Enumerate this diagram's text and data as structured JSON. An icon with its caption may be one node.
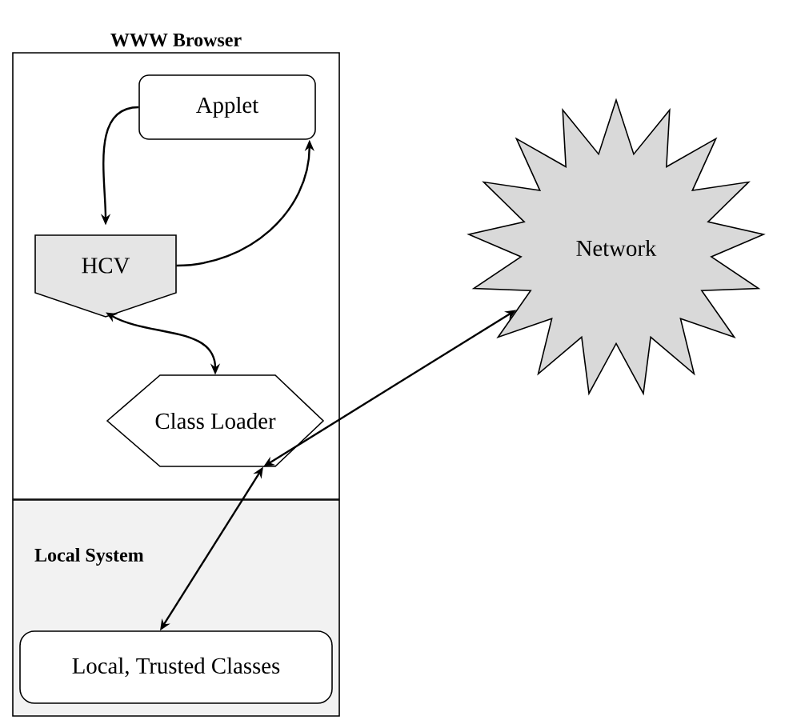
{
  "diagram": {
    "nodes": [
      {
        "text": [
          "WWW Browser"
        ]
      },
      {
        "text": [
          "Applet"
        ],
        "in": 0
      },
      {
        "text": [
          "HCV"
        ],
        "in": 0
      },
      {
        "text": [
          "Class Loader"
        ],
        "in": 0
      },
      {
        "text": [
          "Local System"
        ]
      },
      {
        "text": [
          "Local, Trusted Classes"
        ],
        "in": 4
      },
      {
        "text": [
          "Network"
        ]
      }
    ],
    "edges": [
      {
        "from": 1,
        "to": 2,
        "arrow": "to"
      },
      {
        "from": 2,
        "to": 1,
        "arrow": "to"
      },
      {
        "from": 2,
        "to": 3,
        "arrow": "both"
      },
      {
        "from": 3,
        "to": 6,
        "arrow": "both"
      },
      {
        "from": 3,
        "to": 5,
        "arrow": "both"
      }
    ]
  }
}
